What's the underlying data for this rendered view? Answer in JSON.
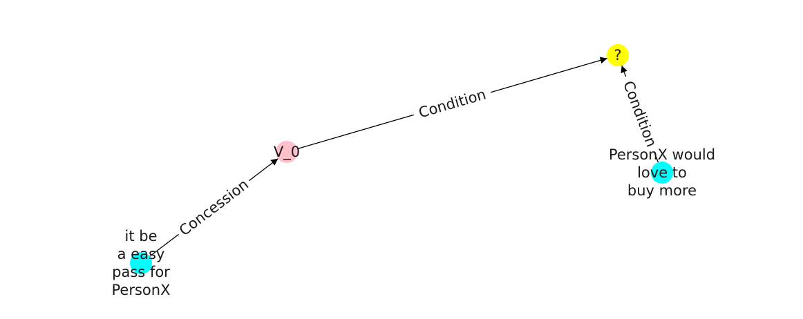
{
  "graph": {
    "nodes": [
      {
        "id": "n_easy",
        "lines": [
          "it be",
          "a easy",
          "pass for",
          "PersonX"
        ],
        "color": "#00ffff"
      },
      {
        "id": "n_v0",
        "lines": [
          "V_0"
        ],
        "color": "#ffc0cb"
      },
      {
        "id": "n_q",
        "lines": [
          "?"
        ],
        "color": "#ffff00"
      },
      {
        "id": "n_buy",
        "lines": [
          "PersonX would",
          "love to",
          "buy more"
        ],
        "color": "#00ffff"
      }
    ],
    "edges": [
      {
        "id": "e_concession",
        "source": "n_easy",
        "target": "n_v0",
        "label": "Concession"
      },
      {
        "id": "e_cond_v0",
        "source": "n_v0",
        "target": "n_q",
        "label": "Condition"
      },
      {
        "id": "e_cond_buy",
        "source": "n_buy",
        "target": "n_q",
        "label": "Condition"
      }
    ],
    "edge_color": "#000000",
    "label_background": "#ffffff"
  }
}
